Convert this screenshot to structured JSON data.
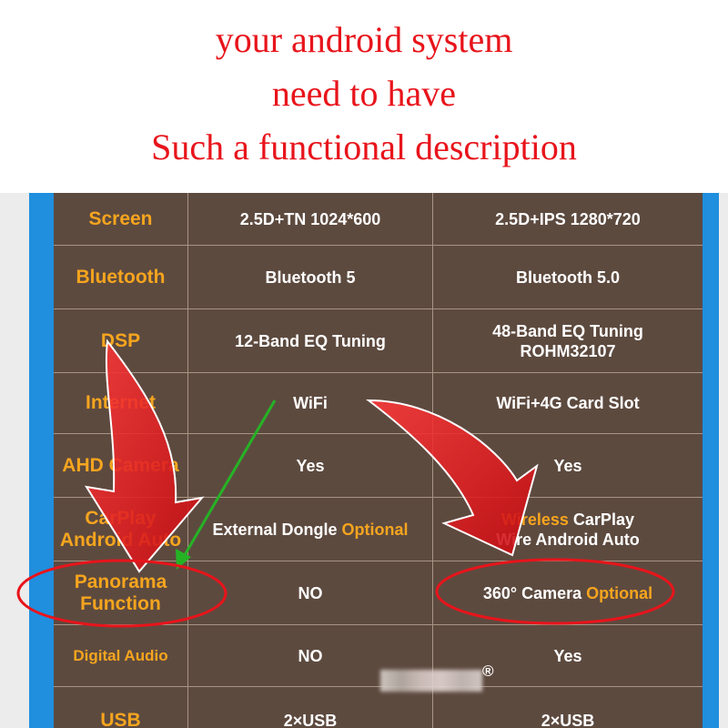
{
  "heading": {
    "line1": "your android system",
    "line2": "need to have",
    "line3": "Such a functional description"
  },
  "table": {
    "rows": [
      {
        "label": "Screen",
        "basic": "2.5D+TN 1024*600",
        "advanced": "2.5D+IPS 1280*720"
      },
      {
        "label": "Bluetooth",
        "basic": "Bluetooth 5",
        "advanced": "Bluetooth 5.0"
      },
      {
        "label": "DSP",
        "basic": "12-Band EQ Tuning",
        "advanced_line1": "48-Band EQ Tuning",
        "advanced_line2": "ROHM32107"
      },
      {
        "label": "Internet",
        "basic": "WiFi",
        "advanced": "WiFi+4G Card Slot"
      },
      {
        "label": "AHD Camera",
        "basic": "Yes",
        "advanced": "Yes"
      },
      {
        "label_line1": "CarPlay",
        "label_line2": "Android Auto",
        "basic_text": "External Dongle",
        "basic_optional": "Optional",
        "advanced_line1_a": "Wireless",
        "advanced_line1_b": "CarPlay",
        "advanced_line2": "Wire Android Auto"
      },
      {
        "label_line1": "Panorama",
        "label_line2": "Function",
        "basic": "NO",
        "advanced_text": "360° Camera",
        "advanced_optional": "Optional"
      },
      {
        "label": "Digital Audio",
        "basic": "NO",
        "advanced": "Yes"
      },
      {
        "label": "USB",
        "basic": "2×USB",
        "advanced": "2×USB"
      }
    ]
  },
  "watermark": {
    "symbol": "®"
  },
  "colors": {
    "heading_text": "#e8141b",
    "table_bg": "#5d4a3f",
    "label_orange": "#f6a51e",
    "frame_blue": "#1f8fde",
    "arrow_red": "#e8141b",
    "arrow_green": "#25b325"
  }
}
